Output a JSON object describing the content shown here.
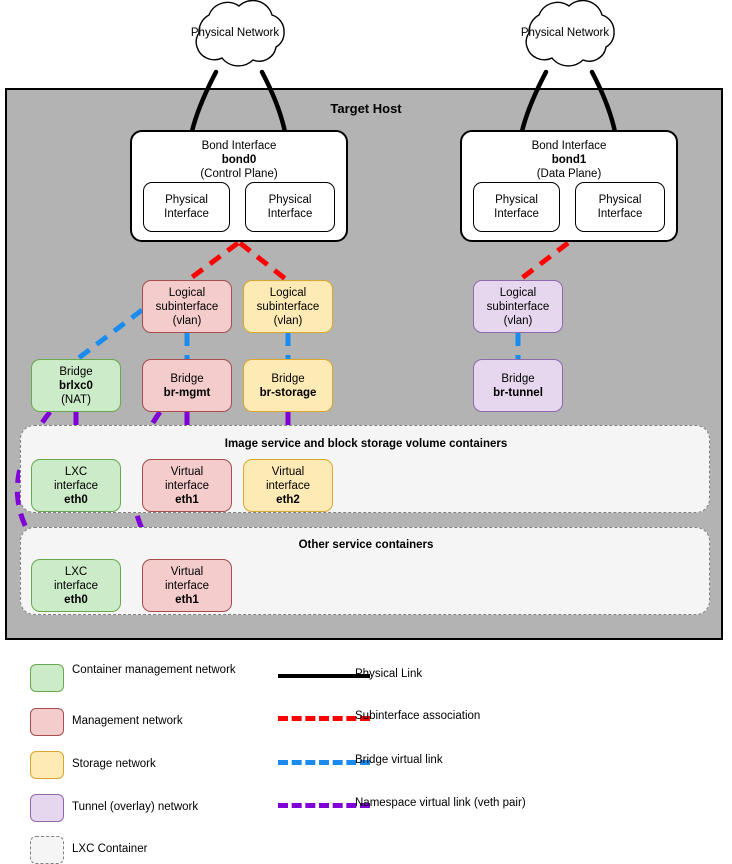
{
  "diagram": {
    "host_label": "Target Host",
    "clouds": [
      {
        "name": "cloud-left",
        "line1": "Physical",
        "line2": "Network"
      },
      {
        "name": "cloud-right",
        "line1": "Physical",
        "line2": "Network"
      }
    ],
    "bonds": [
      {
        "name": "bond0",
        "title": "Bond Interface",
        "id": "bond0",
        "role": "(Control Plane)",
        "members": [
          {
            "line1": "Physical",
            "line2": "Interface"
          },
          {
            "line1": "Physical",
            "line2": "Interface"
          }
        ]
      },
      {
        "name": "bond1",
        "title": "Bond Interface",
        "id": "bond1",
        "role": "(Data Plane)",
        "members": [
          {
            "line1": "Physical",
            "line2": "Interface"
          },
          {
            "line1": "Physical",
            "line2": "Interface"
          }
        ]
      }
    ],
    "subinterfaces": [
      {
        "name": "subinterface-mgmt",
        "line1": "Logical",
        "line2": "subinterface",
        "line3": "(vlan)",
        "color": "red"
      },
      {
        "name": "subinterface-storage",
        "line1": "Logical",
        "line2": "subinterface",
        "line3": "(vlan)",
        "color": "yellow"
      },
      {
        "name": "subinterface-tunnel",
        "line1": "Logical",
        "line2": "subinterface",
        "line3": "(vlan)",
        "color": "purple"
      }
    ],
    "bridges": [
      {
        "name": "bridge-brlxc0",
        "line1": "Bridge",
        "id": "brlxc0",
        "line3": "(NAT)",
        "color": "green"
      },
      {
        "name": "bridge-br-mgmt",
        "line1": "Bridge",
        "id": "br-mgmt",
        "line3": "",
        "color": "red"
      },
      {
        "name": "bridge-br-storage",
        "line1": "Bridge",
        "id": "br-storage",
        "line3": "",
        "color": "yellow"
      },
      {
        "name": "bridge-br-tunnel",
        "line1": "Bridge",
        "id": "br-tunnel",
        "line3": "",
        "color": "purple"
      }
    ],
    "containers": [
      {
        "name": "container-image-block",
        "title": "Image service and block storage volume containers",
        "interfaces": [
          {
            "name": "lxc-interface-eth0",
            "line1": "LXC",
            "line2": "interface",
            "id": "eth0",
            "color": "green"
          },
          {
            "name": "virtual-interface-eth1",
            "line1": "Virtual",
            "line2": "interface",
            "id": "eth1",
            "color": "red"
          },
          {
            "name": "virtual-interface-eth2",
            "line1": "Virtual",
            "line2": "interface",
            "id": "eth2",
            "color": "yellow"
          }
        ]
      },
      {
        "name": "container-other-services",
        "title": "Other service containers",
        "interfaces": [
          {
            "name": "lxc-interface-eth0",
            "line1": "LXC",
            "line2": "interface",
            "id": "eth0",
            "color": "green"
          },
          {
            "name": "virtual-interface-eth1",
            "line1": "Virtual",
            "line2": "interface",
            "id": "eth1",
            "color": "red"
          }
        ]
      }
    ]
  },
  "legend": {
    "swatches": [
      {
        "name": "legend-container-management-network",
        "label": "Container management network",
        "color": "#ccebc8",
        "border": "#6aa84f"
      },
      {
        "name": "legend-management-network",
        "label": "Management network",
        "color": "#f4cccc",
        "border": "#a64d4d"
      },
      {
        "name": "legend-storage-network",
        "label": "Storage network",
        "color": "#fdeab5",
        "border": "#d9a62e"
      },
      {
        "name": "legend-tunnel-overlay-network",
        "label": "Tunnel (overlay) network",
        "color": "#e6d7ef",
        "border": "#8e6aad"
      },
      {
        "name": "legend-lxc-container",
        "label": "LXC Container",
        "color": "#f5f5f5",
        "border": "#808080"
      }
    ],
    "lines": [
      {
        "name": "legend-physical-link",
        "label": "Physical Link",
        "color": "#000000",
        "style": "solid"
      },
      {
        "name": "legend-subinterface-assoc",
        "label": "Subinterface association",
        "color": "#ff0000",
        "style": "dashed"
      },
      {
        "name": "legend-bridge-virtual-link",
        "label": "Bridge virtual link",
        "color": "#1a8cf0",
        "style": "dashed"
      },
      {
        "name": "legend-namespace-virtual-link",
        "label": "Namespace virtual link (veth pair)",
        "color": "#8000d7",
        "style": "dashed"
      }
    ]
  },
  "colors": {
    "host_bg": "#b3b3b3",
    "green": "#ccebc8",
    "red": "#f4cccc",
    "yellow": "#fdeab5",
    "purple": "#e6d7ef",
    "physical_link": "#000000",
    "subinterface_link": "#ff0000",
    "bridge_link": "#1a8cf0",
    "veth_link": "#8000d7"
  }
}
